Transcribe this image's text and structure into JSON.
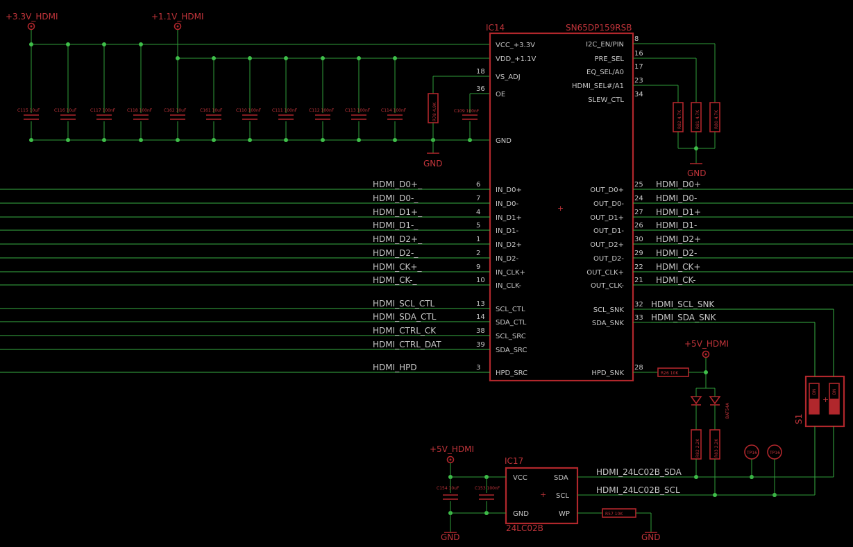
{
  "power": {
    "v33": "+3.3V_HDMI",
    "v11": "+1.1V_HDMI",
    "v5_a": "+5V_HDMI",
    "v5_b": "+5V_HDMI",
    "gnd": "GND"
  },
  "ic14": {
    "ref": "IC14",
    "part": "SN65DP159RSB",
    "left_pins": [
      {
        "name": "VCC_+3.3V",
        "num": ""
      },
      {
        "name": "VDD_+1.1V",
        "num": ""
      },
      {
        "name": "VS_ADJ",
        "num": "18"
      },
      {
        "name": "OE",
        "num": "36"
      },
      {
        "name": "GND",
        "num": ""
      },
      {
        "name": "IN_D0+",
        "num": "6"
      },
      {
        "name": "IN_D0-",
        "num": "7"
      },
      {
        "name": "IN_D1+",
        "num": "4"
      },
      {
        "name": "IN_D1-",
        "num": "5"
      },
      {
        "name": "IN_D2+",
        "num": "1"
      },
      {
        "name": "IN_D2-",
        "num": "2"
      },
      {
        "name": "IN_CLK+",
        "num": "9"
      },
      {
        "name": "IN_CLK-",
        "num": "10"
      },
      {
        "name": "SCL_CTL",
        "num": "13"
      },
      {
        "name": "SDA_CTL",
        "num": "14"
      },
      {
        "name": "SCL_SRC",
        "num": "38"
      },
      {
        "name": "SDA_SRC",
        "num": "39"
      },
      {
        "name": "HPD_SRC",
        "num": "3"
      }
    ],
    "right_pins": [
      {
        "name": "I2C_EN/PIN",
        "num": "8"
      },
      {
        "name": "PRE_SEL",
        "num": "16"
      },
      {
        "name": "EQ_SEL/A0",
        "num": "17"
      },
      {
        "name": "HDMI_SEL#/A1",
        "num": "23"
      },
      {
        "name": "SLEW_CTL",
        "num": "34"
      },
      {
        "name": "OUT_D0+",
        "num": "25"
      },
      {
        "name": "OUT_D0-",
        "num": "24"
      },
      {
        "name": "OUT_D1+",
        "num": "27"
      },
      {
        "name": "OUT_D1-",
        "num": "26"
      },
      {
        "name": "OUT_D2+",
        "num": "30"
      },
      {
        "name": "OUT_D2-",
        "num": "29"
      },
      {
        "name": "OUT_CLK+",
        "num": "22"
      },
      {
        "name": "OUT_CLK-",
        "num": "21"
      },
      {
        "name": "SCL_SNK",
        "num": "32"
      },
      {
        "name": "SDA_SNK",
        "num": "33"
      },
      {
        "name": "HPD_SNK",
        "num": "28"
      }
    ]
  },
  "nets_in": [
    "HDMI_D0+_",
    "HDMI_D0-_",
    "HDMI_D1+_",
    "HDMI_D1-_",
    "HDMI_D2+_",
    "HDMI_D2-_",
    "HDMI_CK+_",
    "HDMI_CK-_",
    "HDMI_SCL_CTL",
    "HDMI_SDA_CTL",
    "HDMI_CTRL_CK",
    "HDMI_CTRL_DAT",
    "HDMI_HPD"
  ],
  "nets_out": [
    "HDMI_D0+",
    "HDMI_D0-",
    "HDMI_D1+",
    "HDMI_D1-",
    "HDMI_D2+",
    "HDMI_D2-",
    "HDMI_CK+",
    "HDMI_CK-",
    "HDMI_SCL_SNK",
    "HDMI_SDA_SNK"
  ],
  "caps_top": [
    "C115 10uF",
    "C116 10uF",
    "C117 100nF",
    "C118 100nF",
    "C162 10uF",
    "C161 10uF",
    "C110 100nF",
    "C111 100nF",
    "C112 100nF",
    "C113 100nF",
    "C114 100nF"
  ],
  "cap_oe": "C109 100nF",
  "res_vs": "R78 4.9K",
  "res_right": [
    "R82 4.7K",
    "R81 4.7K",
    "R80 4.7K"
  ],
  "res_hpd": "R26 10K",
  "res_i2c": [
    "R82 2.2K",
    "R83 2.2K"
  ],
  "led": "BAT54A",
  "switch": "S1",
  "sw_label": "ON",
  "testpoints": [
    "TP16",
    "TP16"
  ],
  "ic17": {
    "ref": "IC17",
    "part": "24LC02B",
    "left_pins": [
      "VCC",
      "GND"
    ],
    "right_pins": [
      "SDA",
      "SCL",
      "WP"
    ]
  },
  "caps_eeprom": [
    "C154 10uF",
    "C153 100nF"
  ],
  "res_wp": "R57 10K",
  "eeprom_nets": [
    "HDMI_24LC02B_SDA",
    "HDMI_24LC02B_SCL"
  ]
}
